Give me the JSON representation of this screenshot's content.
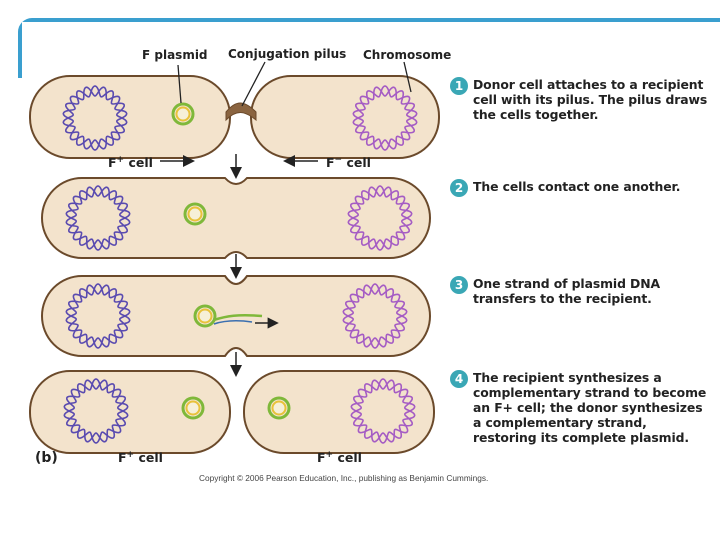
{
  "labels": {
    "f_plasmid": "F plasmid",
    "conjugation_pilus": "Conjugation pilus",
    "chromosome": "Chromosome"
  },
  "cell_labels": {
    "f_plus_left_base": "F",
    "f_plus_left_sup": "+",
    "f_plus_left_suffix": " cell",
    "f_minus_base": "F",
    "f_minus_sup": "−",
    "f_minus_suffix": " cell",
    "bottom_left_base": "F",
    "bottom_left_sup": "+",
    "bottom_left_suffix": " cell",
    "bottom_right_base": "F",
    "bottom_right_sup": "+",
    "bottom_right_suffix": " cell"
  },
  "steps": [
    {
      "number": "1",
      "text": "Donor cell attaches to a recipient cell with its pilus. The pilus draws the cells together."
    },
    {
      "number": "2",
      "text": "The cells contact one another."
    },
    {
      "number": "3",
      "text": "One strand of plasmid DNA transfers to the recipient."
    },
    {
      "number": "4",
      "text": "The recipient synthesizes a complementary strand to become an F+ cell; the donor synthesizes a complementary strand, restoring its complete plasmid."
    }
  ],
  "panel_letter": "(b)",
  "copyright": "Copyright © 2006 Pearson Education, Inc., publishing as Benjamin Cummings.",
  "colors": {
    "cell_fill": "#f3e3cc",
    "cell_outline": "#6b4a2b",
    "donor_chromosome": "#5a4bb0",
    "recipient_chromosome": "#a55cc4",
    "plasmid_outer": "#7fb83a",
    "plasmid_inner": "#e8c23a",
    "step_badge": "#3aa7b5",
    "slide_accent": "#3a9fcf"
  }
}
